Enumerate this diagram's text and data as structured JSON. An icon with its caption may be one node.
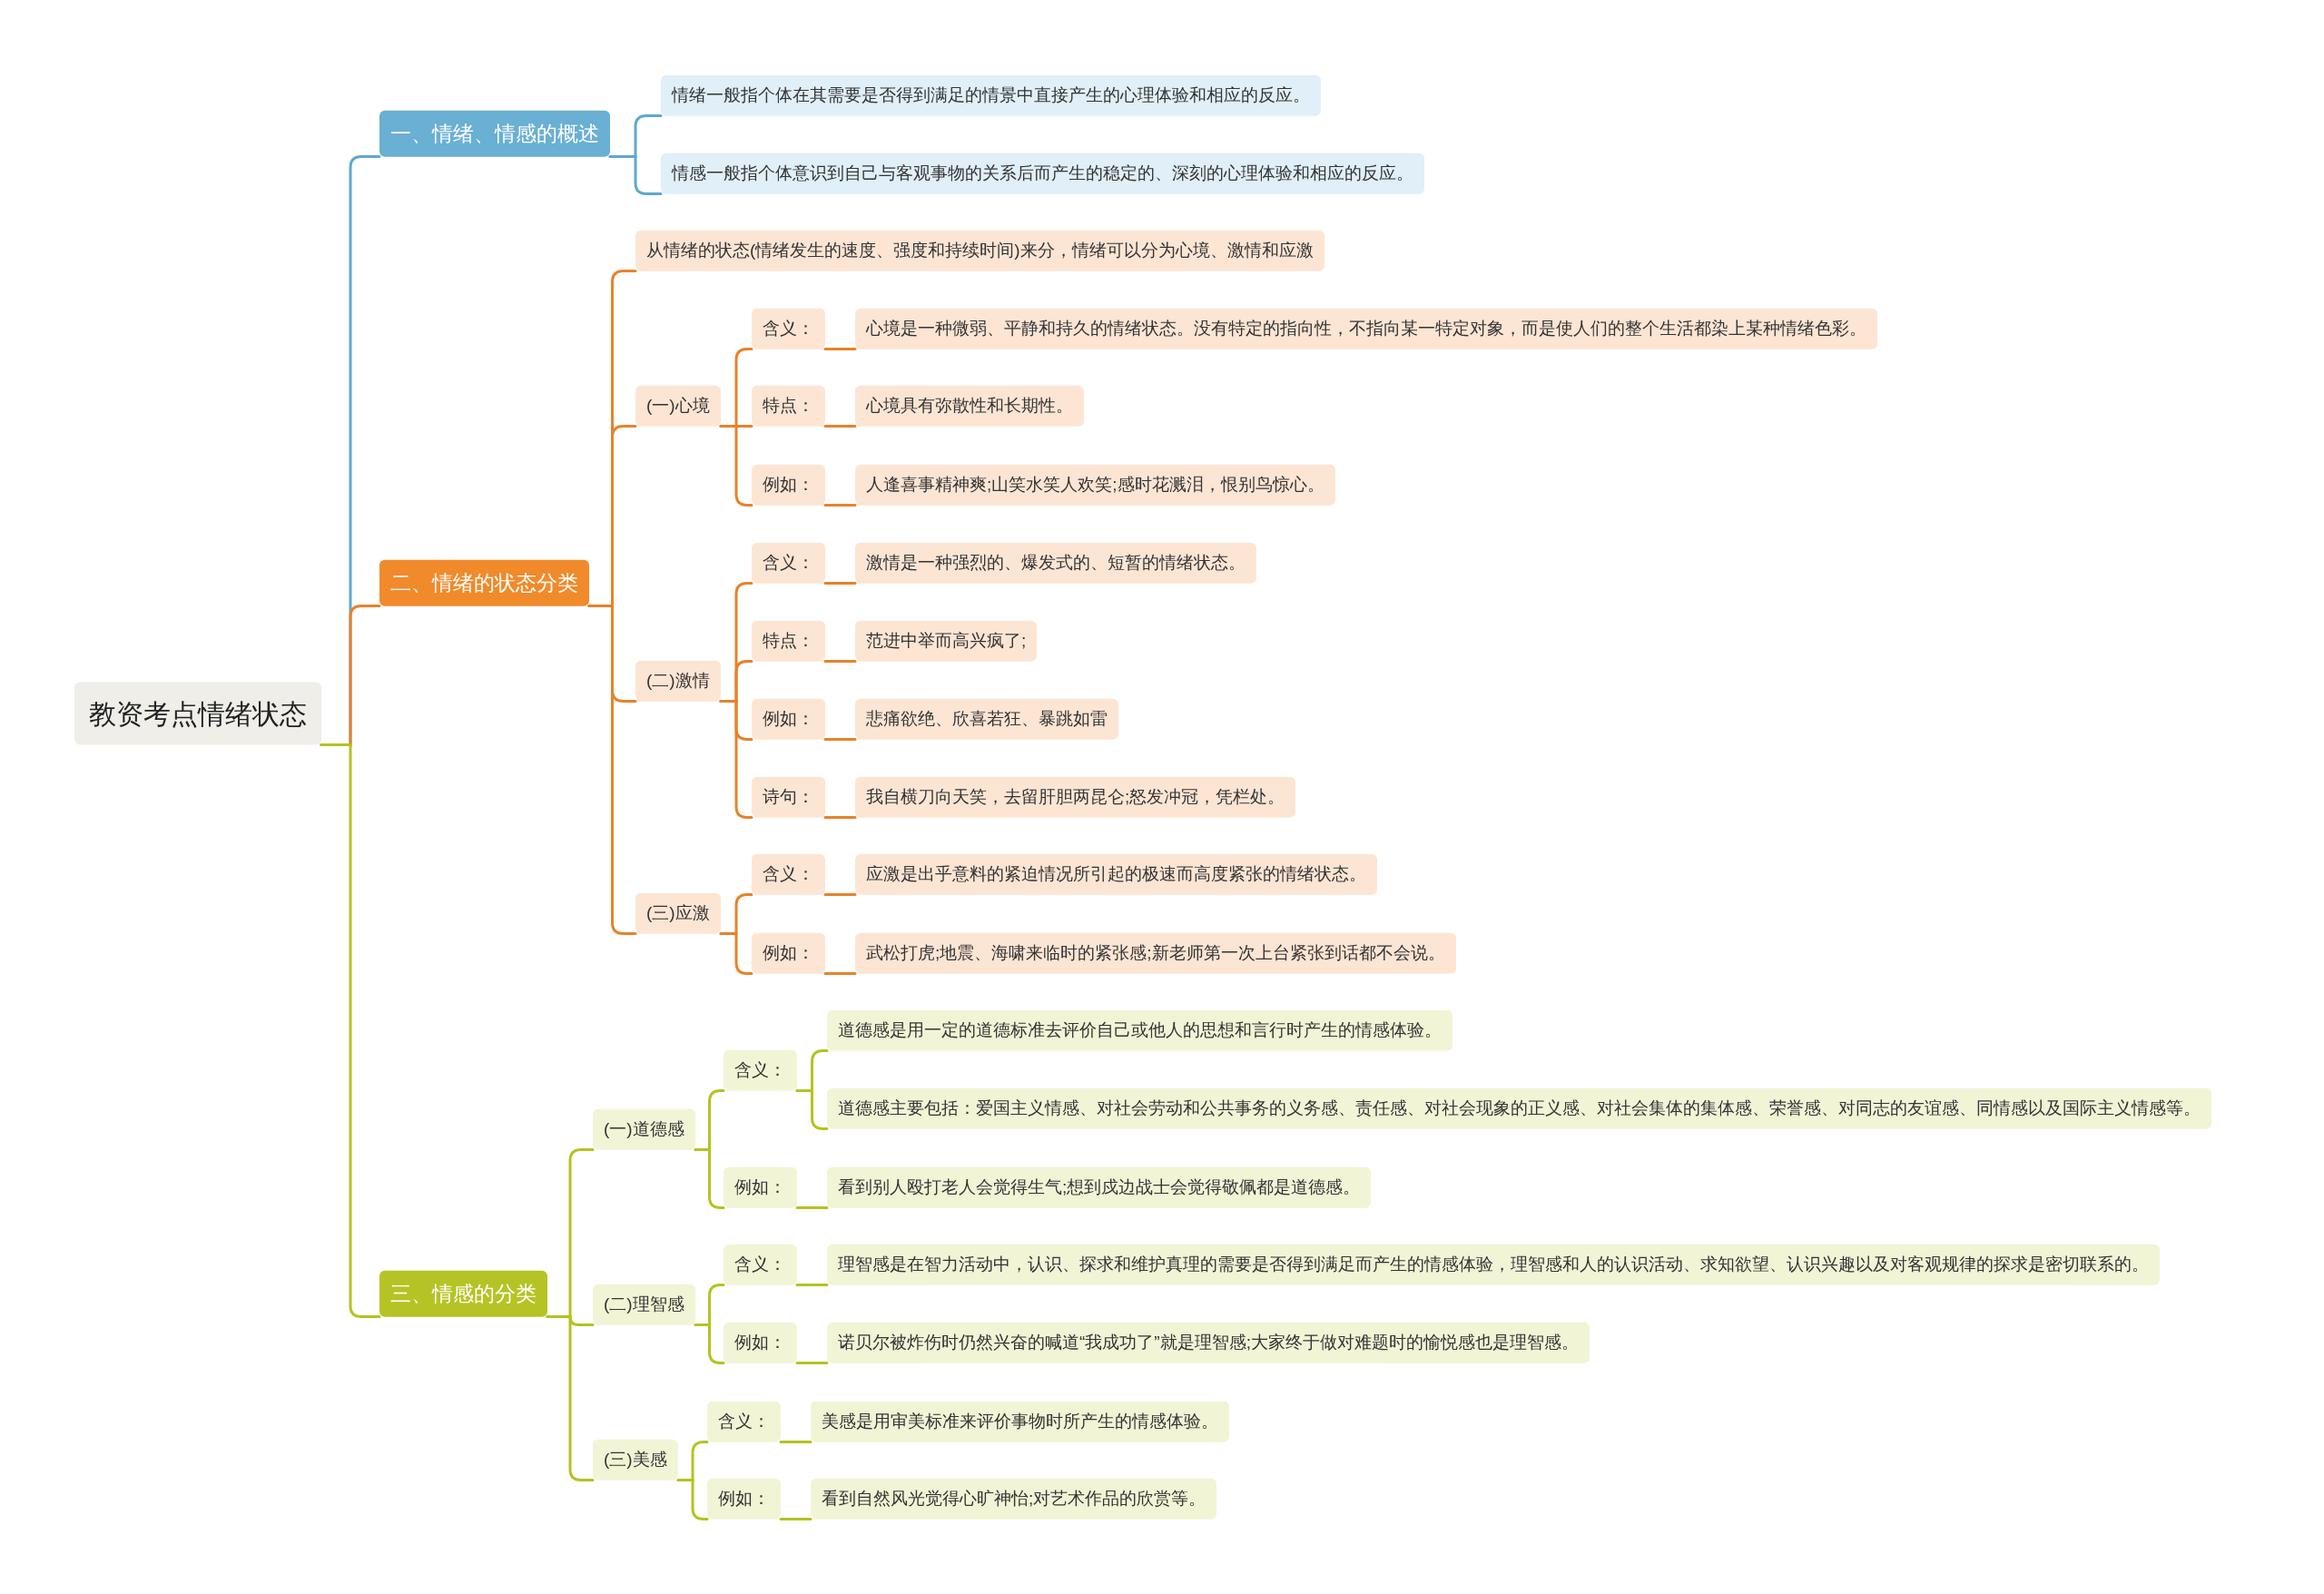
{
  "diagram": {
    "nodes": [
      {
        "text": [
          "教资考点情绪状态"
        ]
      },
      {
        "text": [
          "一、情绪、情感的概述"
        ]
      },
      {
        "text": [
          "情绪一般指个体在其需要是否得到满足的情景中直接产生的心理体验和相应的反应。"
        ]
      },
      {
        "text": [
          "情感一般指个体意识到自己与客观事物的关系后而产生的稳定的、深刻的心理体验和相应的反应。"
        ]
      },
      {
        "text": [
          "二、情绪的状态分类"
        ]
      },
      {
        "text": [
          "从情绪的状态(情绪发生的速度、强度和持续时间)来分，情绪可以分为心境、激情和应激"
        ]
      },
      {
        "text": [
          "(一)心境"
        ]
      },
      {
        "text": [
          "含义："
        ]
      },
      {
        "text": [
          "心境是一种微弱、平静和持久的情绪状态。没有特定的指向性，不指向某一特定对象，而是使人们的整个生活都染上某种情绪色彩。"
        ]
      },
      {
        "text": [
          "特点："
        ]
      },
      {
        "text": [
          "心境具有弥散性和长期性。"
        ]
      },
      {
        "text": [
          "例如："
        ]
      },
      {
        "text": [
          "人逢喜事精神爽;山笑水笑人欢笑;感时花溅泪，恨别鸟惊心。"
        ]
      },
      {
        "text": [
          "(二)激情"
        ]
      },
      {
        "text": [
          "含义："
        ]
      },
      {
        "text": [
          "激情是一种强烈的、爆发式的、短暂的情绪状态。"
        ]
      },
      {
        "text": [
          "特点："
        ]
      },
      {
        "text": [
          "范进中举而高兴疯了;"
        ]
      },
      {
        "text": [
          "例如："
        ]
      },
      {
        "text": [
          "悲痛欲绝、欣喜若狂、暴跳如雷"
        ]
      },
      {
        "text": [
          "诗句："
        ]
      },
      {
        "text": [
          "我自横刀向天笑，去留肝胆两昆仑;怒发冲冠，凭栏处。"
        ]
      },
      {
        "text": [
          "(三)应激"
        ]
      },
      {
        "text": [
          "含义："
        ]
      },
      {
        "text": [
          "应激是出乎意料的紧迫情况所引起的极速而高度紧张的情绪状态。"
        ]
      },
      {
        "text": [
          "例如："
        ]
      },
      {
        "text": [
          "武松打虎;地震、海啸来临时的紧张感;新老师第一次上台紧张到话都不会说。"
        ]
      },
      {
        "text": [
          "三、情感的分类"
        ]
      },
      {
        "text": [
          "(一)道德感"
        ]
      },
      {
        "text": [
          "含义："
        ]
      },
      {
        "text": [
          "道德感是用一定的道德标准去评价自己或他人的思想和言行时产生的情感体验。"
        ]
      },
      {
        "text": [
          "道德感主要包括：爱国主义情感、对社会劳动和公共事务的义务感、责任感、对社会现象的正义感、对社会集体的集体感、荣誉感、对同志的友谊感、同情感以及国际主义情感等。"
        ]
      },
      {
        "text": [
          "例如："
        ]
      },
      {
        "text": [
          "看到别人殴打老人会觉得生气;想到戍边战士会觉得敬佩都是道德感。"
        ]
      },
      {
        "text": [
          "(二)理智感"
        ]
      },
      {
        "text": [
          "含义："
        ]
      },
      {
        "text": [
          "理智感是在智力活动中，认识、探求和维护真理的需要是否得到满足而产生的情感体验，理智感和人的认识活动、求知欲望、认识兴趣以及对客观规律的探求是密切联系的。"
        ]
      },
      {
        "text": [
          "例如："
        ]
      },
      {
        "text": [
          "诺贝尔被炸伤时仍然兴奋的喊道“我成功了”就是理智感;大家终于做对难题时的愉悦感也是理智感。"
        ]
      },
      {
        "text": [
          "(三)美感"
        ]
      },
      {
        "text": [
          "含义："
        ]
      },
      {
        "text": [
          "美感是用审美标准来评价事物时所产生的情感体验。"
        ]
      },
      {
        "text": [
          "例如："
        ]
      },
      {
        "text": [
          "看到自然风光觉得心旷神怡;对艺术作品的欣赏等。"
        ]
      }
    ],
    "edges": [
      {
        "from": 0,
        "to": 1,
        "arrow": "none",
        "color": "#5ea8cf"
      },
      {
        "from": 1,
        "to": 2,
        "arrow": "none",
        "color": "#5ea8cf"
      },
      {
        "from": 1,
        "to": 3,
        "arrow": "none",
        "color": "#5ea8cf"
      },
      {
        "from": 0,
        "to": 4,
        "arrow": "none"
      },
      {
        "from": 4,
        "to": 5,
        "arrow": "none"
      },
      {
        "from": 4,
        "to": 6,
        "arrow": "none"
      },
      {
        "from": 6,
        "to": 7,
        "arrow": "none"
      },
      {
        "from": 7,
        "to": 8,
        "arrow": "none"
      },
      {
        "from": 6,
        "to": 9,
        "arrow": "none"
      },
      {
        "from": 9,
        "to": 10,
        "arrow": "none"
      },
      {
        "from": 6,
        "to": 11,
        "arrow": "none"
      },
      {
        "from": 11,
        "to": 12,
        "arrow": "none"
      },
      {
        "from": 4,
        "to": 13,
        "arrow": "none"
      },
      {
        "from": 13,
        "to": 14,
        "arrow": "none"
      },
      {
        "from": 14,
        "to": 15,
        "arrow": "none"
      },
      {
        "from": 13,
        "to": 16,
        "arrow": "none"
      },
      {
        "from": 16,
        "to": 17,
        "arrow": "none"
      },
      {
        "from": 13,
        "to": 18,
        "arrow": "none"
      },
      {
        "from": 18,
        "to": 19,
        "arrow": "none"
      },
      {
        "from": 13,
        "to": 20,
        "arrow": "none"
      },
      {
        "from": 20,
        "to": 21,
        "arrow": "none"
      },
      {
        "from": 4,
        "to": 22,
        "arrow": "none"
      },
      {
        "from": 22,
        "to": 23,
        "arrow": "none"
      },
      {
        "from": 23,
        "to": 24,
        "arrow": "none"
      },
      {
        "from": 22,
        "to": 25,
        "arrow": "none"
      },
      {
        "from": 25,
        "to": 26,
        "arrow": "none"
      },
      {
        "from": 0,
        "to": 27,
        "arrow": "none",
        "color": "#b5c221"
      },
      {
        "from": 27,
        "to": 28,
        "arrow": "none",
        "color": "#b5c221"
      },
      {
        "from": 28,
        "to": 29,
        "arrow": "none",
        "color": "#b5c221"
      },
      {
        "from": 29,
        "to": 30,
        "arrow": "none",
        "color": "#b5c221"
      },
      {
        "from": 29,
        "to": 31,
        "arrow": "none",
        "color": "#b5c221"
      },
      {
        "from": 28,
        "to": 32,
        "arrow": "none",
        "color": "#b5c221"
      },
      {
        "from": 32,
        "to": 33,
        "arrow": "none",
        "color": "#b5c221"
      },
      {
        "from": 27,
        "to": 34,
        "arrow": "none",
        "color": "#b5c221"
      },
      {
        "from": 34,
        "to": 35,
        "arrow": "none",
        "color": "#b5c221"
      },
      {
        "from": 35,
        "to": 36,
        "arrow": "none",
        "color": "#b5c221"
      },
      {
        "from": 34,
        "to": 37,
        "arrow": "none",
        "color": "#b5c221"
      },
      {
        "from": 37,
        "to": 38,
        "arrow": "none",
        "color": "#b5c221"
      },
      {
        "from": 27,
        "to": 39,
        "arrow": "none",
        "color": "#b5c221"
      },
      {
        "from": 39,
        "to": 40,
        "arrow": "none",
        "color": "#b5c221"
      },
      {
        "from": 40,
        "to": 41,
        "arrow": "none",
        "color": "#b5c221"
      },
      {
        "from": 39,
        "to": 42,
        "arrow": "none",
        "color": "#b5c221"
      },
      {
        "from": 42,
        "to": 43,
        "arrow": "none",
        "color": "#b5c221"
      }
    ]
  }
}
